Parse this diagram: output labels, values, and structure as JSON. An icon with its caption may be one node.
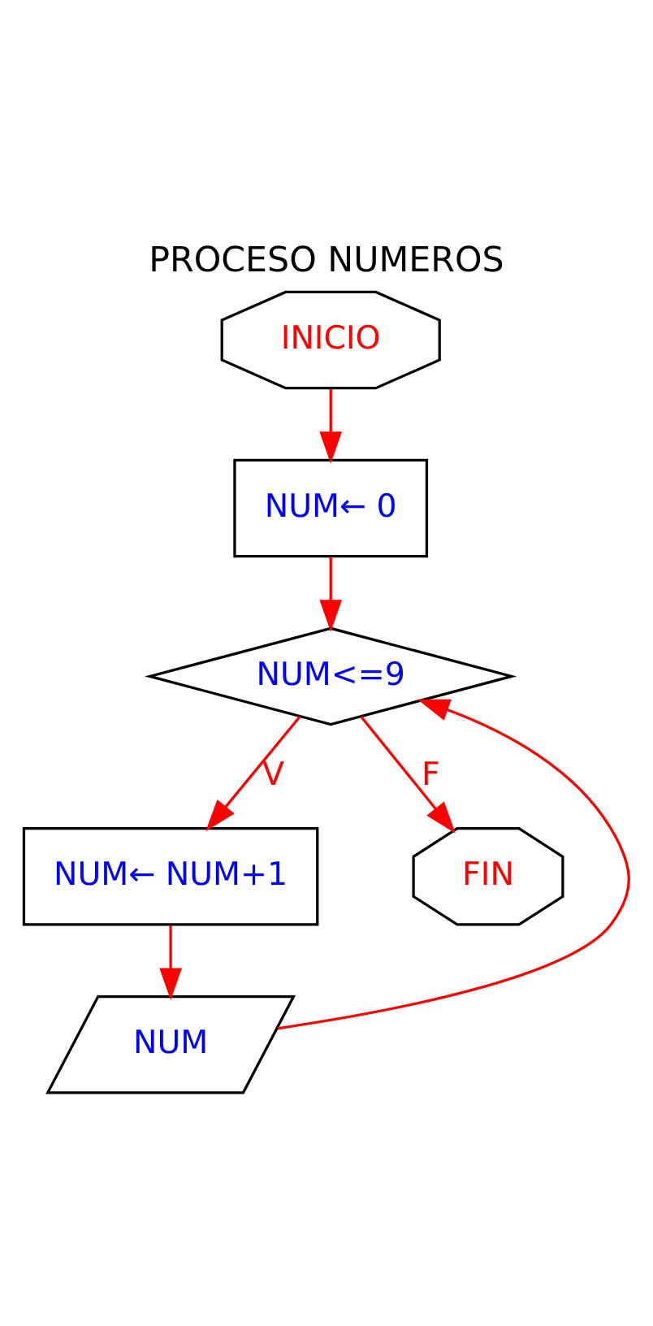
{
  "diagram": {
    "title": "PROCESO NUMEROS",
    "nodes": [
      {
        "text": [
          "INICIO"
        ]
      },
      {
        "text": [
          "NUM← 0"
        ]
      },
      {
        "text": [
          "NUM<=9"
        ]
      },
      {
        "text": [
          "NUM← NUM+1"
        ]
      },
      {
        "text": [
          "NUM"
        ]
      },
      {
        "text": [
          "FIN"
        ]
      }
    ],
    "edges": [
      {
        "from": 0,
        "to": 1,
        "arrow": "to"
      },
      {
        "from": 1,
        "to": 2,
        "arrow": "to"
      },
      {
        "from": 2,
        "to": 3,
        "label": "V",
        "arrow": "to"
      },
      {
        "from": 3,
        "to": 4,
        "arrow": "to"
      },
      {
        "from": 4,
        "to": 2,
        "arrow": "to"
      },
      {
        "from": 2,
        "to": 5,
        "label": "F",
        "arrow": "to"
      }
    ]
  }
}
